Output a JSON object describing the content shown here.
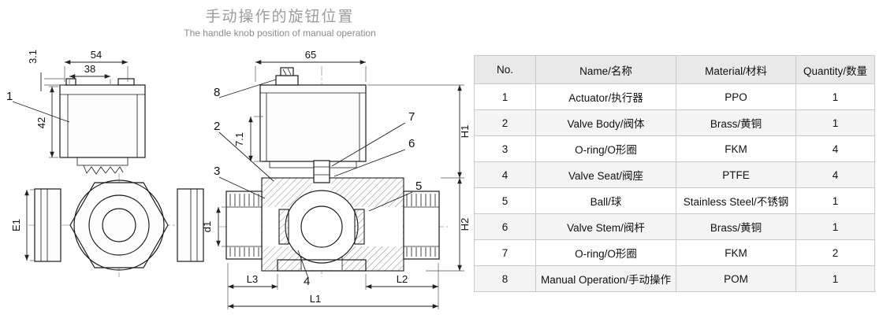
{
  "title": {
    "zh": "手动操作的旋钮位置",
    "en": "The handle knob position of manual operation"
  },
  "drawing": {
    "dims": {
      "front_top_width": "54",
      "front_inner_width": "38",
      "front_tab_height": "3.1",
      "front_actuator_height": "42",
      "front_port_label": "E1",
      "side_top_width": "65",
      "side_stem_height": "7.1",
      "h1": "H1",
      "h2": "H2",
      "l1": "L1",
      "l2": "L2",
      "l3": "L3",
      "d1": "d1"
    },
    "callouts": {
      "c1": "1",
      "c2": "2",
      "c3": "3",
      "c4": "4",
      "c5": "5",
      "c6": "6",
      "c7": "7",
      "c8": "8"
    }
  },
  "table": {
    "headers": [
      "No.",
      "Name/名称",
      "Material/材料",
      "Quantity/数量"
    ],
    "rows": [
      [
        "1",
        "Actuator/执行器",
        "PPO",
        "1"
      ],
      [
        "2",
        "Valve Body/阀体",
        "Brass/黄铜",
        "1"
      ],
      [
        "3",
        "O-ring/O形圈",
        "FKM",
        "4"
      ],
      [
        "4",
        "Valve Seat/阀座",
        "PTFE",
        "4"
      ],
      [
        "5",
        "Ball/球",
        "Stainless Steel/不锈钢",
        "1"
      ],
      [
        "6",
        "Valve Stem/阀杆",
        "Brass/黄铜",
        "1"
      ],
      [
        "7",
        "O-ring/O形圈",
        "FKM",
        "2"
      ],
      [
        "8",
        "Manual Operation/手动操作",
        "POM",
        "1"
      ]
    ]
  }
}
